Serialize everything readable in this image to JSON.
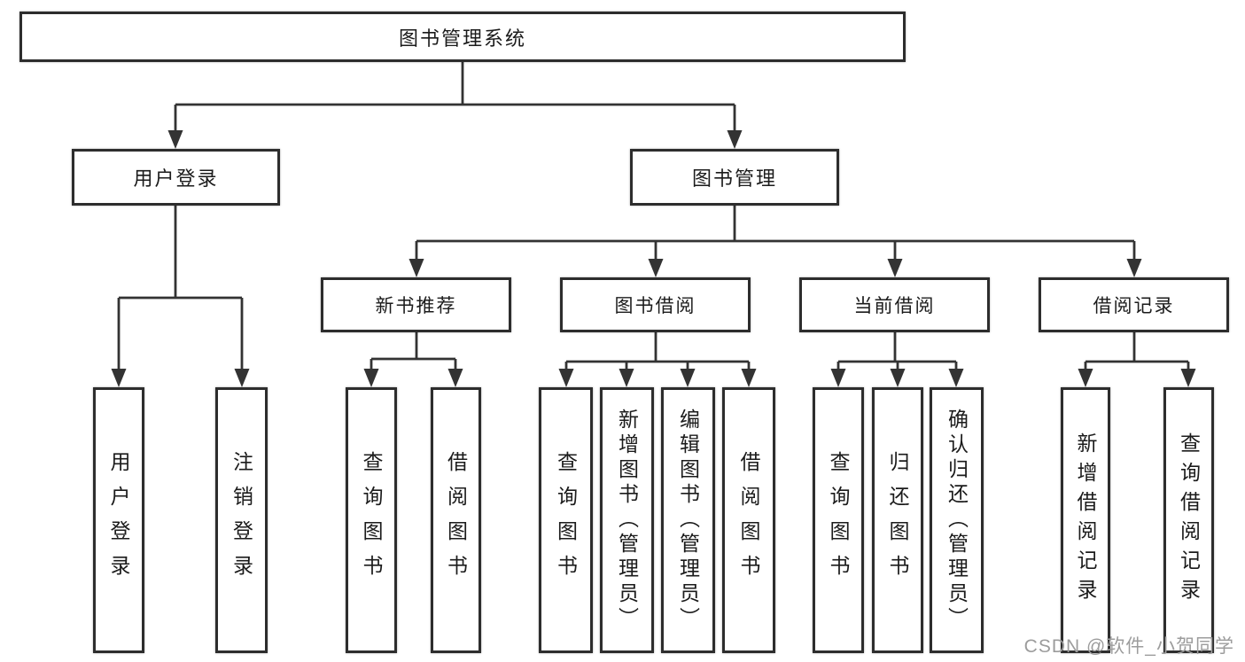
{
  "diagram": {
    "root": "图书管理系统",
    "branches": [
      {
        "label": "用户登录",
        "leaves": [
          "用户登录",
          "注销登录"
        ]
      },
      {
        "label": "图书管理",
        "modules": [
          {
            "label": "新书推荐",
            "leaves": [
              "查询图书",
              "借阅图书"
            ]
          },
          {
            "label": "图书借阅",
            "leaves": [
              "查询图书",
              "新增图书（管理员）",
              "编辑图书（管理员）",
              "借阅图书"
            ]
          },
          {
            "label": "当前借阅",
            "leaves": [
              "查询图书",
              "归还图书",
              "确认归还（管理员）"
            ]
          },
          {
            "label": "借阅记录",
            "leaves": [
              "新增借阅记录",
              "查询借阅记录"
            ]
          }
        ]
      }
    ]
  },
  "watermark": {
    "text": "CSDN @软件_小贺同学"
  },
  "colors": {
    "line": "#333333",
    "box_border": "#2d2d2d",
    "text": "#1b1b1b",
    "watermark": "#9c9c9c",
    "background": "#ffffff"
  }
}
